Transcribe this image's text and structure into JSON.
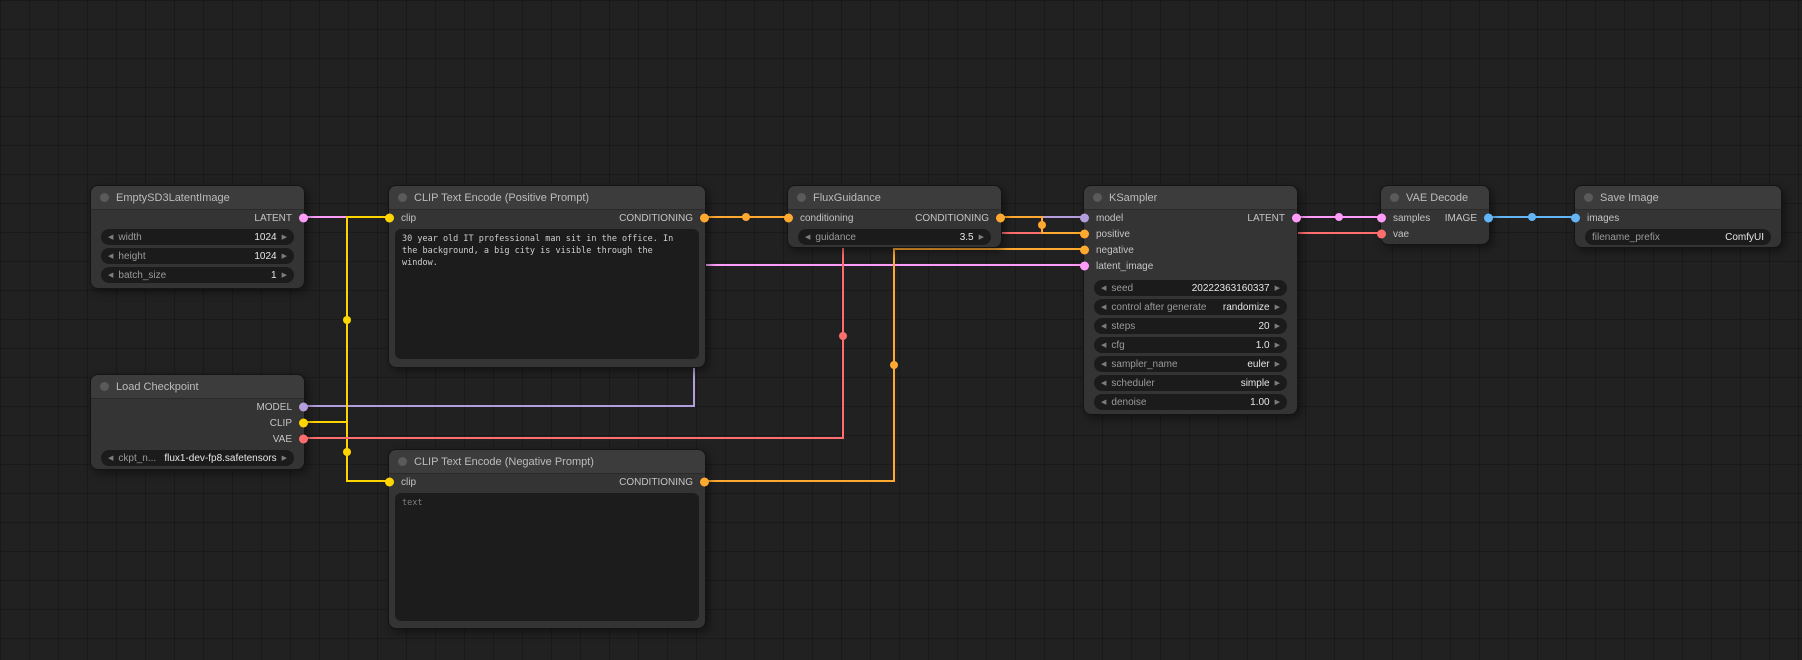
{
  "palette": {
    "model": "#B39DDB",
    "clip": "#FFD500",
    "vae": "#FF6E6E",
    "conditioning": "#FFA931",
    "latent": "#FF9CF9",
    "image": "#64B5F6",
    "canvas_background": "#212121",
    "node_background": "#343434"
  },
  "icons": {
    "step_left": "◀",
    "step_right": "▶"
  },
  "nodes": {
    "empty_latent": {
      "title": "EmptySD3LatentImage",
      "outputs": {
        "latent": "LATENT"
      },
      "widgets": {
        "width": {
          "label": "width",
          "value": "1024"
        },
        "height": {
          "label": "height",
          "value": "1024"
        },
        "batch_size": {
          "label": "batch_size",
          "value": "1"
        }
      }
    },
    "clip_positive": {
      "title": "CLIP Text Encode (Positive Prompt)",
      "inputs": {
        "clip": "clip"
      },
      "outputs": {
        "conditioning": "CONDITIONING"
      },
      "text": "30 year old IT professional man sit in the office. In the background, a big city is visible through the window."
    },
    "flux_guidance": {
      "title": "FluxGuidance",
      "inputs": {
        "conditioning": "conditioning"
      },
      "outputs": {
        "conditioning": "CONDITIONING"
      },
      "widgets": {
        "guidance": {
          "label": "guidance",
          "value": "3.5"
        }
      }
    },
    "ksampler": {
      "title": "KSampler",
      "inputs": {
        "model": "model",
        "positive": "positive",
        "negative": "negative",
        "latent_image": "latent_image"
      },
      "outputs": {
        "latent": "LATENT"
      },
      "widgets": {
        "seed": {
          "label": "seed",
          "value": "20222363160337"
        },
        "control_after_generate": {
          "label": "control after generate",
          "value": "randomize"
        },
        "steps": {
          "label": "steps",
          "value": "20"
        },
        "cfg": {
          "label": "cfg",
          "value": "1.0"
        },
        "sampler_name": {
          "label": "sampler_name",
          "value": "euler"
        },
        "scheduler": {
          "label": "scheduler",
          "value": "simple"
        },
        "denoise": {
          "label": "denoise",
          "value": "1.00"
        }
      }
    },
    "vae_decode": {
      "title": "VAE Decode",
      "inputs": {
        "samples": "samples",
        "vae": "vae"
      },
      "outputs": {
        "image": "IMAGE"
      }
    },
    "save_image": {
      "title": "Save Image",
      "inputs": {
        "images": "images"
      },
      "widgets": {
        "filename_prefix": {
          "label": "filename_prefix",
          "value": "ComfyUI"
        }
      }
    },
    "load_checkpoint": {
      "title": "Load Checkpoint",
      "outputs": {
        "model": "MODEL",
        "clip": "CLIP",
        "vae": "VAE"
      },
      "widgets": {
        "ckpt_name": {
          "label": "ckpt_n...",
          "value": "flux1-dev-fp8.safetensors"
        }
      }
    },
    "clip_negative": {
      "title": "CLIP Text Encode (Negative Prompt)",
      "inputs": {
        "clip": "clip"
      },
      "outputs": {
        "conditioning": "CONDITIONING"
      },
      "text": "text"
    }
  }
}
